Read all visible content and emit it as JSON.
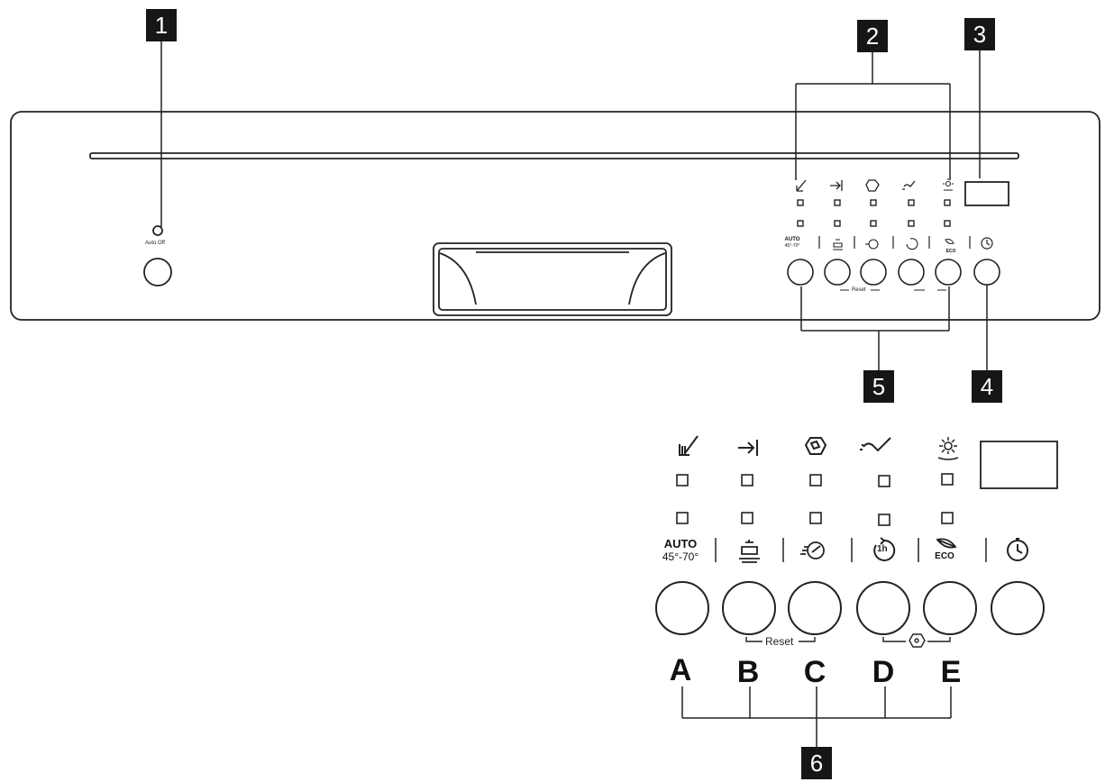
{
  "callouts": {
    "c1": "1",
    "c2": "2",
    "c3": "3",
    "c4": "4",
    "c5": "5",
    "c6": "6"
  },
  "button_letters": {
    "a": "A",
    "b": "B",
    "c": "C",
    "d": "D",
    "e": "E"
  },
  "labels": {
    "auto_off": "Auto Off",
    "auto": "AUTO",
    "auto_temp": "45°-70°",
    "eco": "ECO",
    "reset": "Reset",
    "hour": "1h"
  },
  "icons": {
    "indicators": [
      "rinse-aid-icon",
      "end-arrow-icon",
      "salt-refill-icon",
      "half-load-icon",
      "hygiene-icon"
    ],
    "programs": [
      "auto-program-icon",
      "intensive-pot-icon",
      "quick-program-icon",
      "one-hour-program-icon",
      "eco-program-icon",
      "delay-timer-icon"
    ]
  }
}
